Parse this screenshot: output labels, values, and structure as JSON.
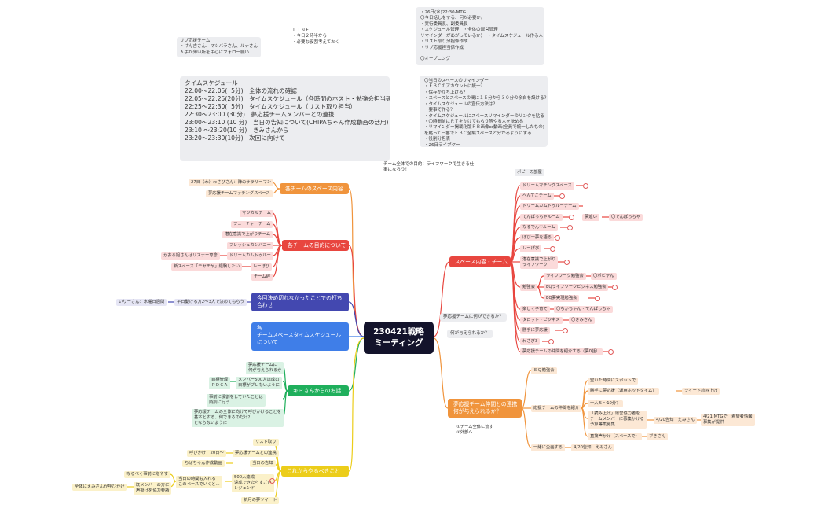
{
  "center": {
    "title": "230421戦略\nミーティング"
  },
  "notes": {
    "top_right_mtg": "・26日(水)22:30-MTG\n〇今日話しをする、何が必要か。\n・実行委員長、副委員長\n・スケジュール管理　・全体の運営管理\nリマインダーがあがっているか）　・タイムスケジュール作る人\n・リスト取り分担係作成\n・リプ応援担当係作成\n\n〇オープニング",
    "line": "ＬＩＮＥ\n・今日２時半から\n・必要な役割考えておく",
    "lip_team": "リプ応援チーム\n・けん吉さん、マツバラさん、ルナさん\n人手が薄い所を中心にフォロー願い",
    "time_schedule": "タイムスケジュール\n22:00～22:05(  5分)　全体の流れの確認\n22:05～22:25(20分)　タイムスケジュール（各時間のホスト・勉強会担当確認含む）\n22:25～22:30(  5分)　タイムスケジュール（リスト取り担当）\n22:30～23:00 (30分)　夢応援チームメンバーとの連携\n23:00～23:10 (10 分)　当日の告知について(CHIPAちゃん作成動画の活用)\n23:10 ～23:20(10 分)　きみさんから\n23:20～23:30(10分)　次回に向けて",
    "reminder": "〇当日のスペースのリマインダー\n・ＥＢＣのアカウントに統一？\n・保存が立ち上げる？\n・スペースとスペースの間に１５分から３０分の余白を設ける？\n・タイムスケジュールの宣伝方法は？\n　要事で作る？\n・タイムスケジュールにスペースリマインダーのリンクを貼る\n・〇時間前にＲＴをかけてもらう等やる人を決める\n・リマインダー掲載化版ＰＲ画像or動画(全員で統一したもの)\nを貼って一番でＥＢＣ全編スペースと分かるようにする\n・役割分担表\n・26日ライブヤー",
    "team_purpose": "チーム全体での目的：ライフワークで生きる仕\n事になろう！",
    "yume_q1": "夢応援チームに何ができるか？",
    "yume_q2": "何が与えられるか？"
  },
  "branches": {
    "space_content": "各チームのスペース内容",
    "purpose": "各チームの目的について",
    "unfinished": "今回決め切れなかったことでの打ち\n合わせ",
    "schedule": "各\nチームスペースタイムスケジュール\nについて",
    "kimi": "キミさんからのお話",
    "todo": "これからやるべきこと",
    "space_team": "スペース内容・チーム",
    "yume": "夢応援チーム仲間との連携\n何が与えられるか？"
  },
  "left_leaves": {
    "sc1": "27日（木）わさびさん：陣のサラリーマン",
    "sc2": "夢応援チームマッチングスペース",
    "p1": "マジカルチーム",
    "p2": "フューチャーチーム",
    "p3": "潜在意識で上がりチーム",
    "p4": "フレッシュカンパニー",
    "p5": "ドリームカムトゥルー",
    "p5a": "かおる姐さんはリスナー専念",
    "p6": "レーぼび",
    "p6a": "新スペース「モヤモヤ」経験したい",
    "p7": "チーム絆",
    "u1": "平日動ける方2～3人で決めてもらう",
    "u1a": "いりーさん：水曜日週間",
    "k1": "夢応援チームに\n何が与えられるか",
    "k2": "メンバー500人達成の\n目標がブレないように",
    "k2a": "目標管理\nＰＤＣＡ",
    "k3": "事前に役割をしていたことは\n順調に行う",
    "k4": "夢応援チームの全体に向けて呼びかけることを\n基本とする、何できるのだけ？\nとならないように",
    "t1": "リスト取り",
    "t2": "夢応援チームとの連携",
    "t2a": "呼びかけ：20日～",
    "t3": "当日の告知",
    "t3a": "ちばちゃん作成動画",
    "t4": "500人達成\n遠成できたらすごい\nレジェンド",
    "t4a": "当日の時間も入れる\nこのペースでいくと…",
    "t4b": "なるべく事前に増やす",
    "t4c": "既メンバーの方に\n声掛けを協力要請",
    "t4d": "全体にえみさんが呼びかけ",
    "t5": "新月の夢ツイート"
  },
  "right_leaves": {
    "s0": "ポピーの部屋",
    "s1": "ドリームマチングスペース",
    "s2": "へんてこチーム",
    "s3": "ドリームカムトゥルーチーム",
    "s4": "でんぱっちゃルーム",
    "s4a": "夢追い",
    "s4b": "〇でんぱっちゃ",
    "s5": "なるでん♡ルーム",
    "s6": "ぽび一夢を語る",
    "s7": "レーぽび",
    "s8": "潜在意識で上がり\nライフワーク",
    "s9": "勉強会",
    "s9a": "ライフワーク勉強会",
    "s9b": "〇ポピヤん",
    "s9c": "EQライフワークビジネス勉強会",
    "s9d": "EQ夢実現勉強会",
    "s10": "楽しく子育て",
    "s10a": "〇ちかちゃん・てんぱっちゃ",
    "s11": "タロット・ビジネス",
    "s11a": "〇きみさん",
    "s12": "勝手に夢応援",
    "s13": "わさび3",
    "s14": "夢応援チームの仲間を紹介する（夢0話）",
    "y0": "①チーム全体に流す\n②外部へ",
    "y1": "ＥＱ勉強会",
    "y2": "応援チームの仲間を紹介",
    "y2a": "空いた時間にスポットで",
    "y2b": "勝手に夢応援（運用ホットタイム）",
    "y2b1": "ツイート読み上げ",
    "y2c": "一人５～10分？",
    "y2d": "「読み上げ」運営協力者を\nチームメンバーに募集かける\n予算等集募集",
    "y2d1": "4/20告知　えみさん",
    "y2d2": "4/21 MTGで　希望者情報\n募集が提供",
    "y2e": "直接声かけ（スペースで）",
    "y2e1": "ブきさん",
    "y3": "一緒に企画する",
    "y3a": "4/20告知　えみさん"
  },
  "colors": {
    "center": "#13132b",
    "orange": "#f0943c",
    "red": "#e8463f",
    "indigo": "#4348b0",
    "blue": "#3f7ee8",
    "green": "#1faf5c",
    "yellow": "#eccd1a"
  }
}
